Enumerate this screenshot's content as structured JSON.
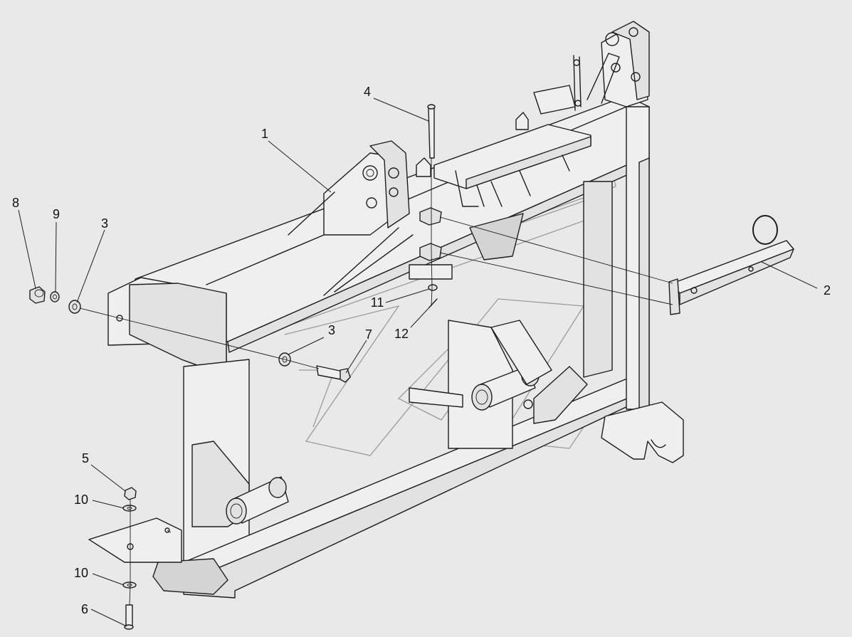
{
  "diagram": {
    "type": "exploded-parts-drawing",
    "callouts": [
      {
        "id": "c1",
        "label": "1"
      },
      {
        "id": "c2",
        "label": "2"
      },
      {
        "id": "c3a",
        "label": "3"
      },
      {
        "id": "c3b",
        "label": "3"
      },
      {
        "id": "c4",
        "label": "4"
      },
      {
        "id": "c5",
        "label": "5"
      },
      {
        "id": "c6",
        "label": "6"
      },
      {
        "id": "c7",
        "label": "7"
      },
      {
        "id": "c8",
        "label": "8"
      },
      {
        "id": "c9",
        "label": "9"
      },
      {
        "id": "c10a",
        "label": "10"
      },
      {
        "id": "c10b",
        "label": "10"
      },
      {
        "id": "c11",
        "label": "11"
      },
      {
        "id": "c12",
        "label": "12"
      }
    ]
  }
}
